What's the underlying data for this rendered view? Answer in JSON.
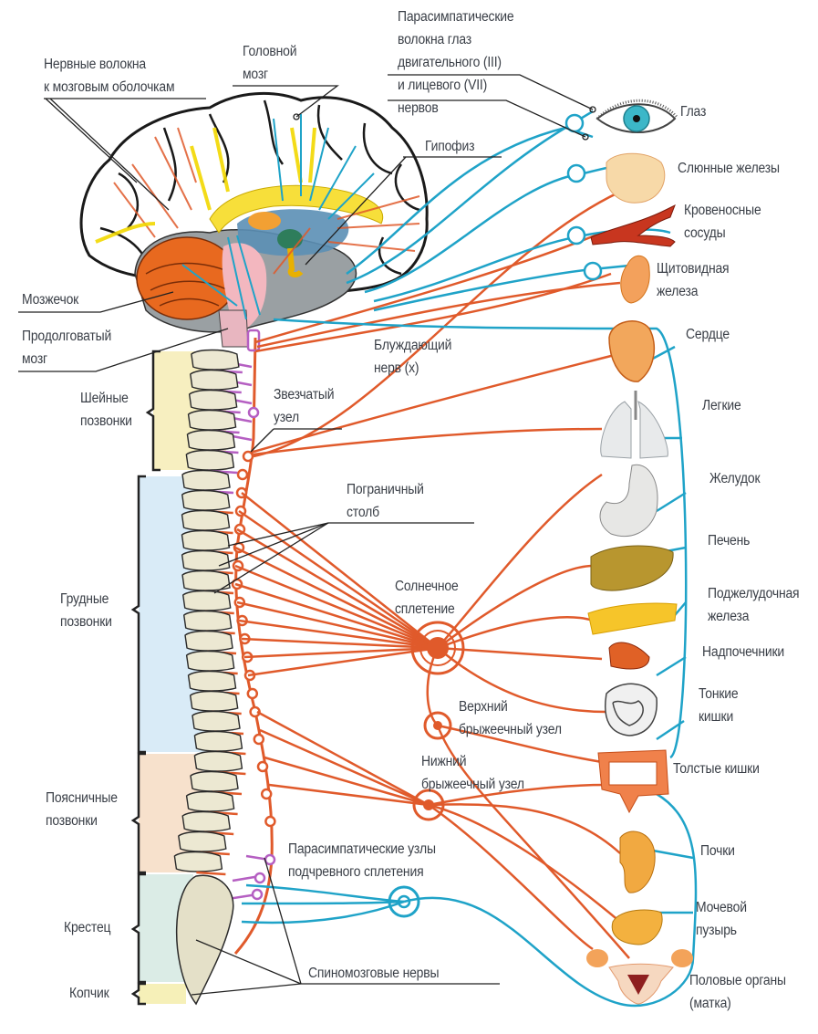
{
  "colors": {
    "sympathetic": "#e05a2b",
    "parasympathetic": "#1fa3c8",
    "preganglionic_cranial": "#b55fc2",
    "leader_line": "#222222",
    "label_text": "#3a3f47",
    "cervical_band": "#f7efc0",
    "thoracic_band": "#d9ebf7",
    "lumbar_band": "#f7e1cc",
    "sacral_band": "#dbece6",
    "coccyx_band": "#f6f0b8",
    "vertebra": "#ece8d2",
    "cerebellum": "#e8691f",
    "corpus_callosum": "#f7df3a"
  },
  "brain_labels": {
    "nerve_fibers_meninges": [
      "Нервные волокна",
      "к мозговым оболочкам"
    ],
    "brain": [
      "Головной",
      "мозг"
    ],
    "parasympathetic_eye_fibers": [
      "Парасимпатические",
      "волокна глаз",
      "двигательного (III)",
      "и лицевого (VII)",
      "нервов"
    ],
    "pituitary": "Гипофиз",
    "cerebellum": "Мозжечок",
    "medulla": [
      "Продолговатый",
      "мозг"
    ]
  },
  "spine_sections": [
    {
      "id": "cervical",
      "label": [
        "Шейные",
        "позвонки"
      ]
    },
    {
      "id": "thoracic",
      "label": [
        "Грудные",
        "позвонки"
      ]
    },
    {
      "id": "lumbar",
      "label": [
        "Поясничные",
        "позвонки"
      ]
    },
    {
      "id": "sacrum",
      "label": [
        "Крестец"
      ]
    },
    {
      "id": "coccyx",
      "label": [
        "Копчик"
      ]
    }
  ],
  "middle_labels": {
    "vagus": [
      "Блуждающий",
      "нерв (x)"
    ],
    "stellate": [
      "Звезчатый",
      "узел"
    ],
    "border_column": [
      "Пограничный",
      "столб"
    ],
    "solar_plexus": [
      "Солнечное",
      "сплетение"
    ],
    "superior_mesenteric": [
      "Верхний",
      "брыжеечный узел"
    ],
    "inferior_mesenteric": [
      "Нижний",
      "брыжеечный узел"
    ],
    "hypogastric": [
      "Парасимпатические узлы",
      "подчревного сплетения"
    ],
    "spinal_nerves": "Спиномозговые нервы"
  },
  "organs": [
    {
      "id": "eye",
      "label": [
        "Глаз"
      ]
    },
    {
      "id": "salivary",
      "label": [
        "Слюнные железы"
      ]
    },
    {
      "id": "vessels",
      "label": [
        "Кровеносные",
        "сосуды"
      ]
    },
    {
      "id": "thyroid",
      "label": [
        "Щитовидная",
        "железа"
      ]
    },
    {
      "id": "heart",
      "label": [
        "Сердце"
      ]
    },
    {
      "id": "lungs",
      "label": [
        "Легкие"
      ]
    },
    {
      "id": "stomach",
      "label": [
        "Желудок"
      ]
    },
    {
      "id": "liver",
      "label": [
        "Печень"
      ]
    },
    {
      "id": "pancreas",
      "label": [
        "Поджелудочная",
        "железа"
      ]
    },
    {
      "id": "adrenals",
      "label": [
        "Надпочечники"
      ]
    },
    {
      "id": "small_intestine",
      "label": [
        "Тонкие",
        "кишки"
      ]
    },
    {
      "id": "large_intestine",
      "label": [
        "Толстые кишки"
      ]
    },
    {
      "id": "kidneys",
      "label": [
        "Почки"
      ]
    },
    {
      "id": "bladder",
      "label": [
        "Мочевой",
        "пузырь"
      ]
    },
    {
      "id": "genitals",
      "label": [
        "Половые органы",
        "(матка)"
      ]
    }
  ]
}
